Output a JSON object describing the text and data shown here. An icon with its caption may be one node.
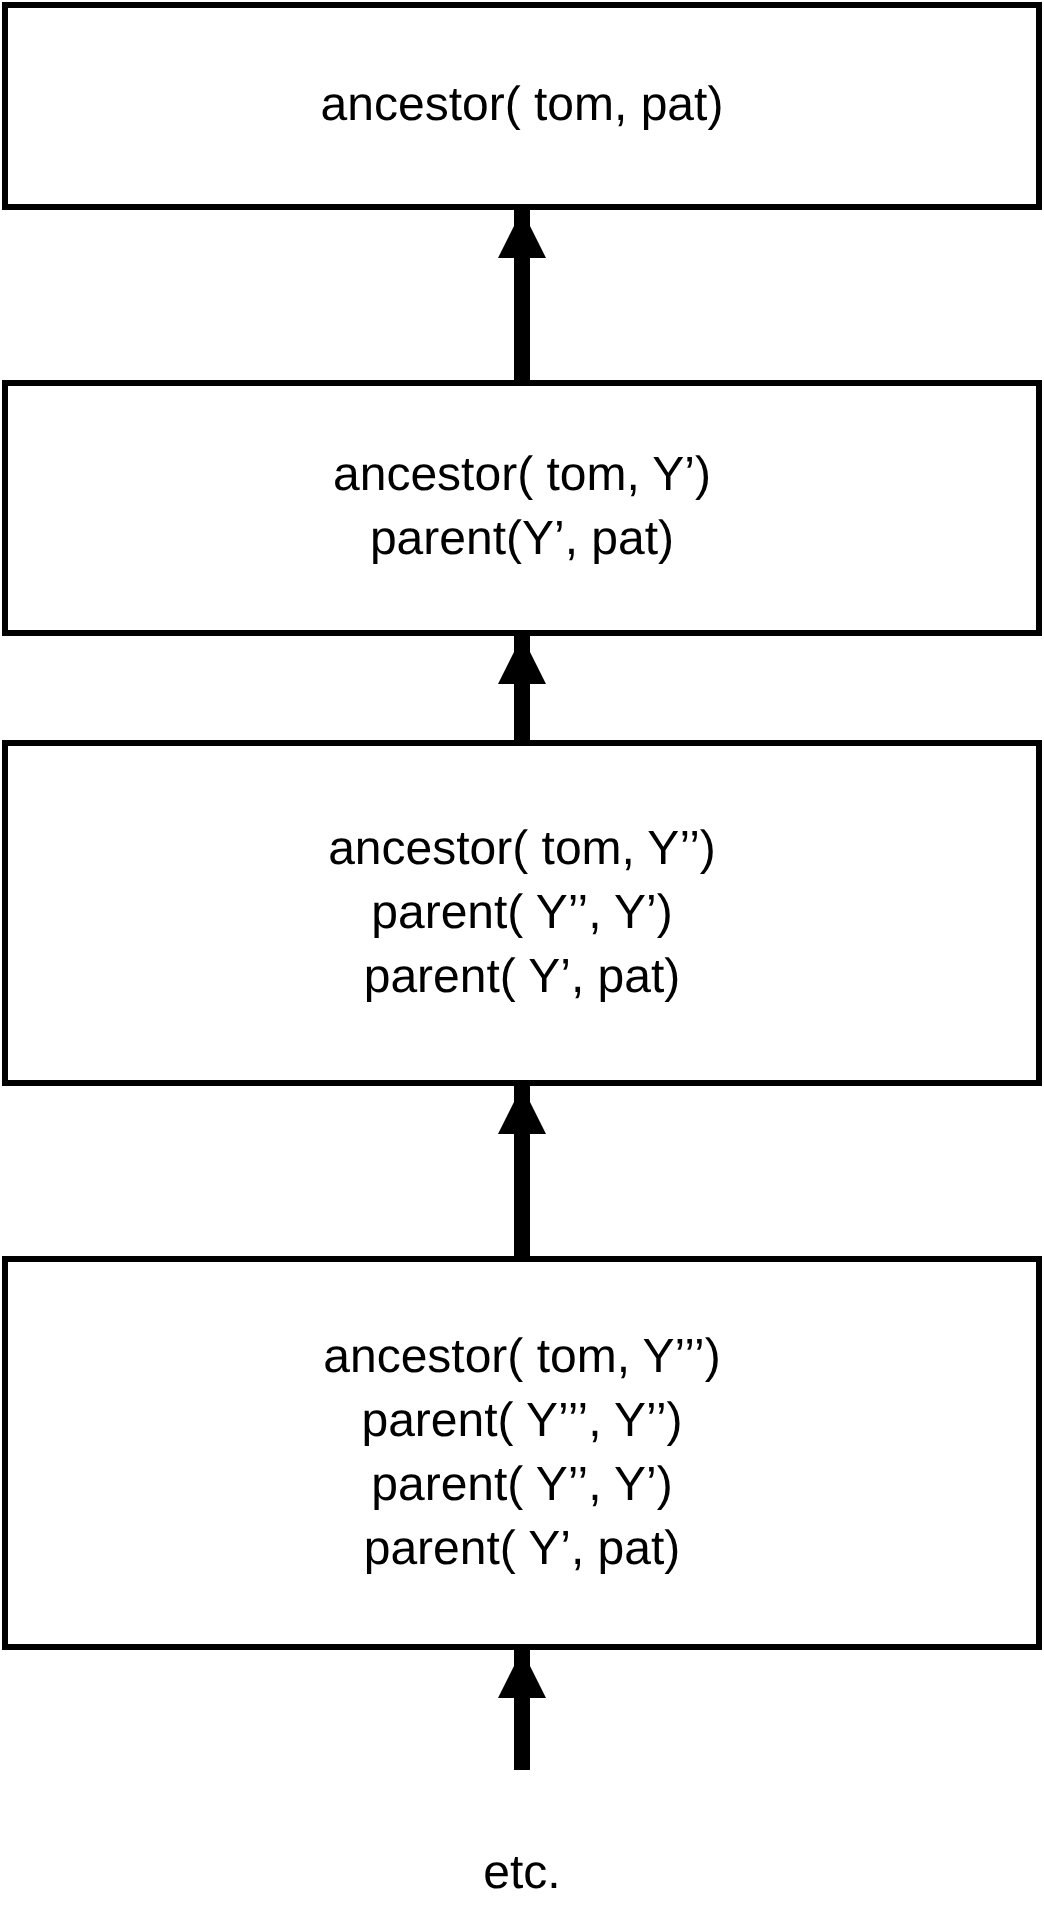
{
  "diagram": {
    "nodes": [
      {
        "text": [
          "ancestor( tom, pat)"
        ]
      },
      {
        "text": [
          "ancestor( tom, Y’)",
          "parent(Y’, pat)"
        ]
      },
      {
        "text": [
          "ancestor( tom, Y’’)",
          "parent( Y’’, Y’)",
          "parent( Y’, pat)"
        ]
      },
      {
        "text": [
          "ancestor( tom, Y’’’)",
          "parent( Y’’’, Y’’)",
          "parent( Y’’, Y’)",
          "parent( Y’, pat)"
        ]
      },
      {
        "text": [
          "etc."
        ]
      }
    ],
    "edges": [
      {
        "from": 1,
        "to": 0,
        "arrow": "to"
      },
      {
        "from": 2,
        "to": 1,
        "arrow": "to"
      },
      {
        "from": 3,
        "to": 2,
        "arrow": "to"
      },
      {
        "from": 4,
        "to": 3,
        "arrow": "to"
      }
    ]
  }
}
